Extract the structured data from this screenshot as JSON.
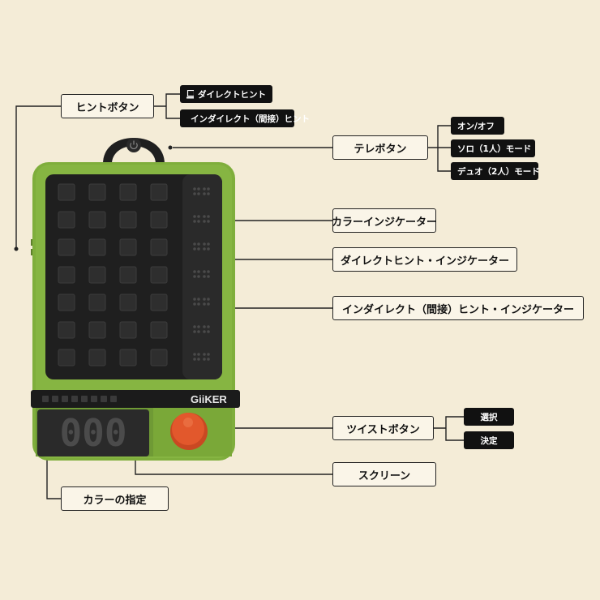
{
  "labels": {
    "hint_button": "ヒントボタン",
    "tele_button": "テレボタン",
    "color_indicator": "カラーインジケーター",
    "direct_hint_indicator": "ダイレクトヒント・インジケーター",
    "indirect_hint_indicator": "インダイレクト（間接）ヒント・インジケーター",
    "twist_button": "ツイストボタン",
    "screen": "スクリーン",
    "color_select": "カラーの指定"
  },
  "tags": {
    "direct_hint": "ダイレクトヒント",
    "indirect_hint": "インダイレクト（間接）ヒント",
    "on_off": "オン/オフ",
    "solo_mode": "ソロ（1人）モード",
    "duo_mode": "デュオ（2人）モード",
    "select": "選択",
    "confirm": "決定"
  },
  "device": {
    "brand": "GiiKER",
    "display": "000",
    "colors": {
      "body": "#86b542",
      "body_dark": "#6f9a35",
      "panel": "#1f1f1f",
      "knob": "#e2582c"
    }
  },
  "icons": [
    "monitor-icon",
    "dots-icon",
    "power-icon"
  ]
}
